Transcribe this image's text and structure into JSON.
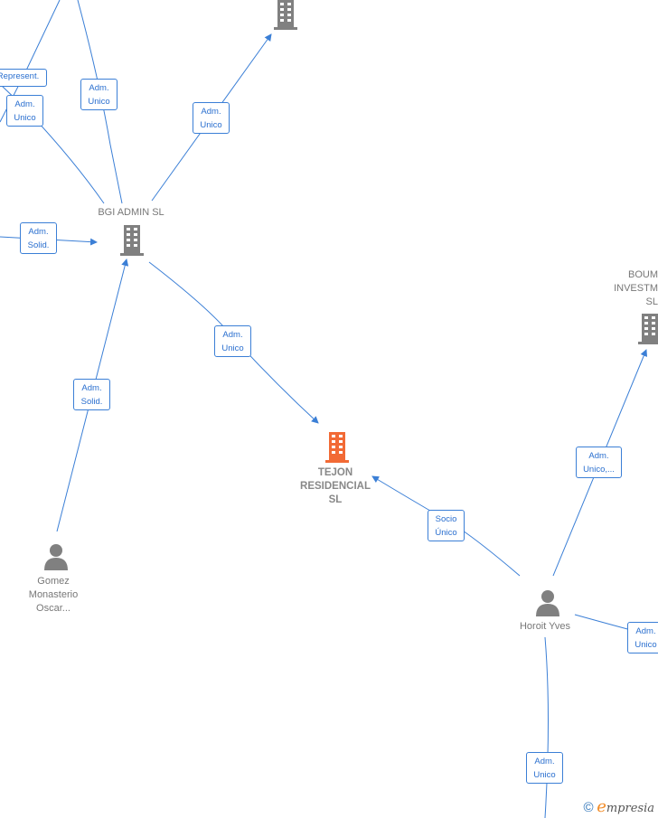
{
  "nodes": {
    "bgi_admin": "BGI ADMIN  SL",
    "tejon": "TEJON\nRESIDENCIAL\nSL",
    "boum": "BOUM\nINVESTM\nSL",
    "gomez": "Gomez\nMonasterio\nOscar...",
    "horoit": "Horoit Yves"
  },
  "relations": {
    "represent": "Represent.",
    "adm_unico_a": "Adm.\nUnico",
    "adm_unico_b": "Adm.\nUnico",
    "adm_unico_c": "Adm.\nUnico",
    "adm_solid_left": "Adm.\nSolid.",
    "adm_unico_tejon": "Adm.\nUnico",
    "adm_solid_gomez": "Adm.\nSolid.",
    "adm_unico_boum": "Adm.\nUnico,...",
    "socio_unico": "Socio\nÚnico",
    "adm_unico_right": "Adm.\nUnico",
    "adm_unico_bottom": "Adm.\nUnico"
  },
  "footer": {
    "copyright": "©",
    "brand_first": "e",
    "brand_rest": "mpresia"
  },
  "colors": {
    "edge": "#3b7fd6",
    "company": "#808080",
    "highlight": "#f26a35",
    "person": "#808080"
  }
}
